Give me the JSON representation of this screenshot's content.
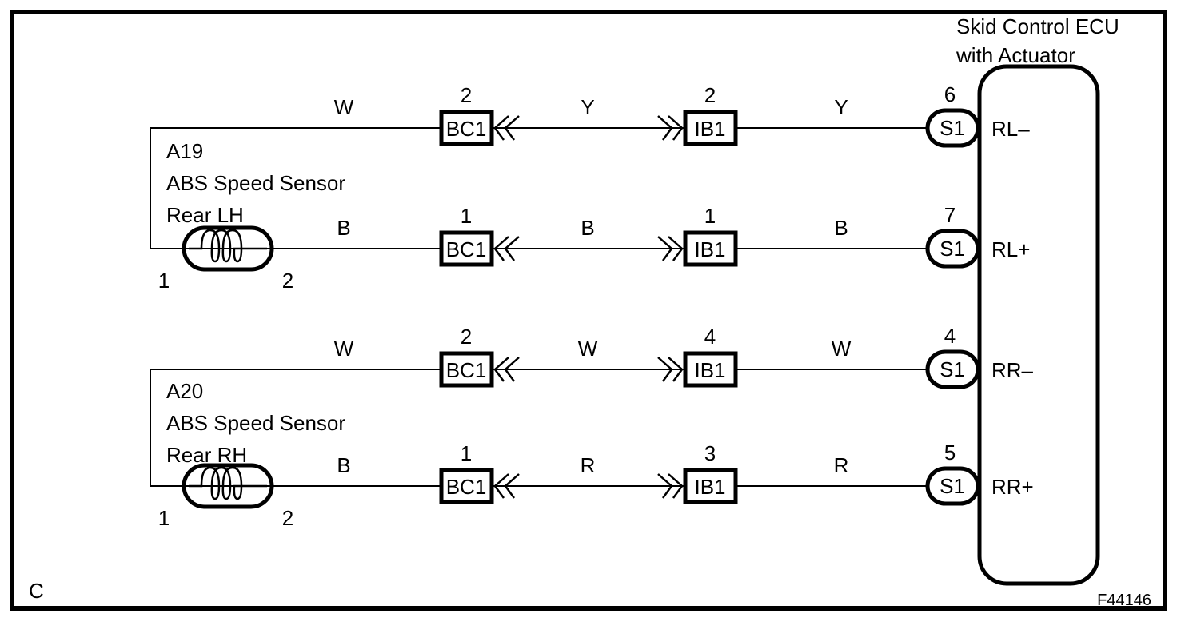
{
  "diagram": {
    "title": {
      "line1": "Skid Control ECU",
      "line2": "with Actuator"
    },
    "footer": {
      "corner_label": "C",
      "figure_code": "F44146"
    },
    "colors": {
      "ink": "#000000",
      "background": "#ffffff"
    },
    "sensors": [
      {
        "code": "A19",
        "name": "ABS Speed Sensor",
        "position": "Rear LH",
        "pin1": "1",
        "pin2": "2"
      },
      {
        "code": "A20",
        "name": "ABS Speed Sensor",
        "position": "Rear RH",
        "pin1": "1",
        "pin2": "2"
      }
    ],
    "rows": [
      {
        "wire1": "W",
        "bc1_pin": "2",
        "bc1_label": "BC1",
        "wire2": "Y",
        "ib1_pin": "2",
        "ib1_label": "IB1",
        "wire3": "Y",
        "s1_pin": "6",
        "s1_label": "S1",
        "ecu_terminal": "RL–"
      },
      {
        "wire1": "B",
        "bc1_pin": "1",
        "bc1_label": "BC1",
        "wire2": "B",
        "ib1_pin": "1",
        "ib1_label": "IB1",
        "wire3": "B",
        "s1_pin": "7",
        "s1_label": "S1",
        "ecu_terminal": "RL+"
      },
      {
        "wire1": "W",
        "bc1_pin": "2",
        "bc1_label": "BC1",
        "wire2": "W",
        "ib1_pin": "4",
        "ib1_label": "IB1",
        "wire3": "W",
        "s1_pin": "4",
        "s1_label": "S1",
        "ecu_terminal": "RR–"
      },
      {
        "wire1": "B",
        "bc1_pin": "1",
        "bc1_label": "BC1",
        "wire2": "R",
        "ib1_pin": "3",
        "ib1_label": "IB1",
        "wire3": "R",
        "s1_pin": "5",
        "s1_label": "S1",
        "ecu_terminal": "RR+"
      }
    ]
  }
}
